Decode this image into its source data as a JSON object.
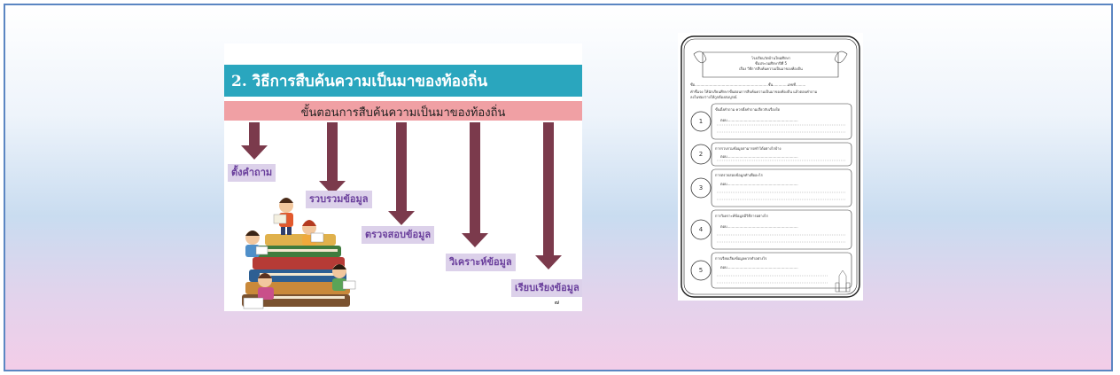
{
  "slide": {
    "title": "2. วิธีการสืบค้นความเป็นมาของท้องถิ่น",
    "subtitle": "ขั้นตอนการสืบค้นความเป็นมาของท้องถิ่น",
    "steps": [
      "ตั้งคำถาม",
      "รวบรวมข้อมูล",
      "ตรวจสอบข้อมูล",
      "วิเคราะห์ข้อมูล",
      "เรียบเรียงข้อมูล"
    ],
    "page_number": "๗"
  },
  "worksheet": {
    "school": "โรงเรียนวัดบ้านใหม่ศึกษา",
    "grade": "ชั้นประถมศึกษาปีที่ 5",
    "topic": "เรื่อง วิธีการสืบค้นความเป็นมาของท้องถิ่น",
    "name_line": "ชื่อ.................................................................ชั้น.............เลขที่.........",
    "instruction_1": "คำชี้แจง ให้นักเรียนศึกษาขั้นตอนการสืบค้นความเป็นมาของท้องถิ่น แล้วตอบคำถาม",
    "instruction_2": "ลงในช่องว่างให้ถูกต้องสมบูรณ์",
    "questions": [
      {
        "number": "1",
        "text": "ขั้นตั้งคำถาม ควรตั้งคำถามเกี่ยวกับเรื่องใด",
        "answer": "ตอบ..............................................................."
      },
      {
        "number": "2",
        "text": "การรวบรวมข้อมูลสามารถทำได้อย่างไรบ้าง",
        "answer": "ตอบ..............................................................."
      },
      {
        "number": "3",
        "text": "การตรวจสอบข้อมูลทำเพื่ออะไร",
        "answer": "ตอบ..............................................................."
      },
      {
        "number": "4",
        "text": "การวิเคราะห์ข้อมูลมีวิธีการอย่างไร",
        "answer": "ตอบ..............................................................."
      },
      {
        "number": "5",
        "text": "การเรียบเรียงข้อมูลควรทำอย่างไร",
        "answer": "ตอบ..............................................................."
      }
    ]
  },
  "colors": {
    "title_bar": "#2aa6be",
    "subtitle_bar": "#f0a0a4",
    "arrow": "#7b3a4c",
    "label_bg": "#dcd1ea",
    "label_text": "#6a3f9c",
    "frame_border": "#5b86c2"
  }
}
